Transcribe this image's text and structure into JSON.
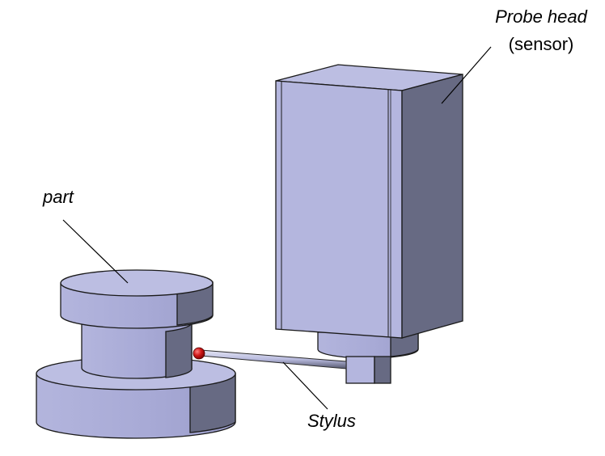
{
  "labels": {
    "probe_head": "Probe head",
    "sensor": "(sensor)",
    "part": "part",
    "stylus": "Stylus"
  },
  "colors": {
    "front_face": "#b4b6de",
    "side_face": "#676a83",
    "top_face": "#bcbee2",
    "outline": "#1a1a1a",
    "stylus_tip": "#cc1111",
    "background": "#ffffff"
  },
  "icons": {
    "stylus_tip": "red-sphere"
  }
}
